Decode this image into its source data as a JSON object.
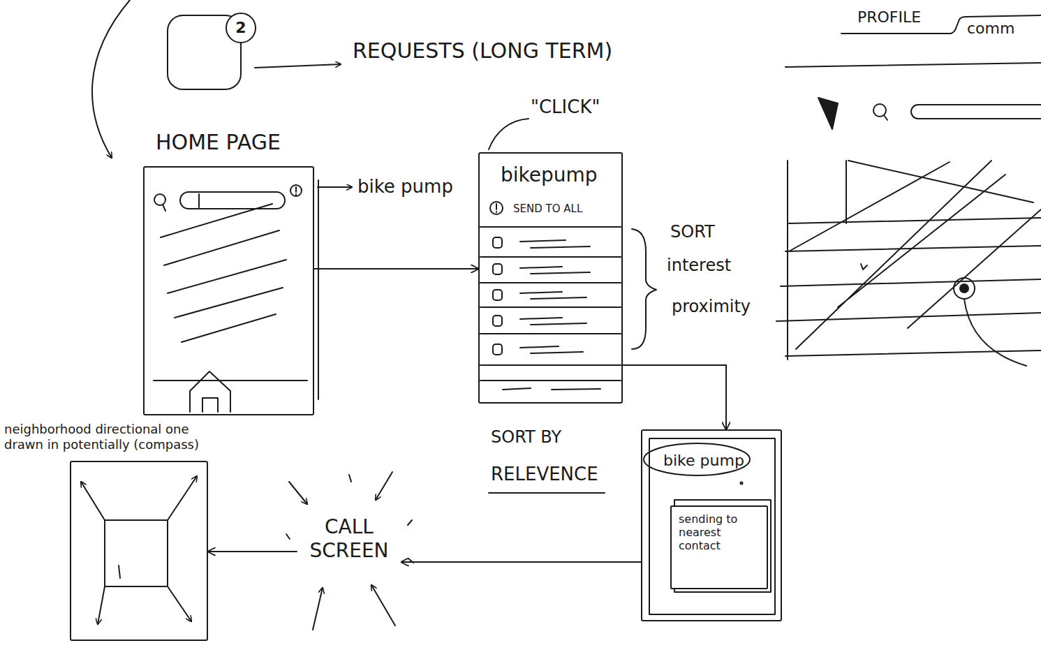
{
  "diagram": {
    "nodes": [
      {
        "text": [
          "2"
        ]
      },
      {
        "text": [
          "HOME PAGE"
        ]
      },
      {
        "text": [
          "bikepump",
          "SEND TO ALL"
        ]
      },
      {
        "text": [
          "bike pump"
        ]
      },
      {
        "text": [
          "sending to nearest contact"
        ],
        "in": 3
      },
      {
        "text": [
          "CALL SCREEN"
        ]
      },
      {
        "text": [
          "neighborhood directional one drawn in potentially (compass)"
        ]
      }
    ],
    "edges": [
      {
        "from": 1,
        "to": 2,
        "arrow": "to"
      },
      {
        "from": 2,
        "to": 3,
        "arrow": "to"
      },
      {
        "from": 3,
        "to": 5,
        "arrow": "to"
      },
      {
        "from": 5,
        "to": 6,
        "arrow": "to"
      }
    ],
    "labels": [
      "REQUESTS (LONG TERM)",
      "bike pump",
      "\"CLICK\"",
      "SORT",
      "interest",
      "proximity",
      "SORT BY",
      "RELEVENCE",
      "PROFILE",
      "comm"
    ]
  }
}
